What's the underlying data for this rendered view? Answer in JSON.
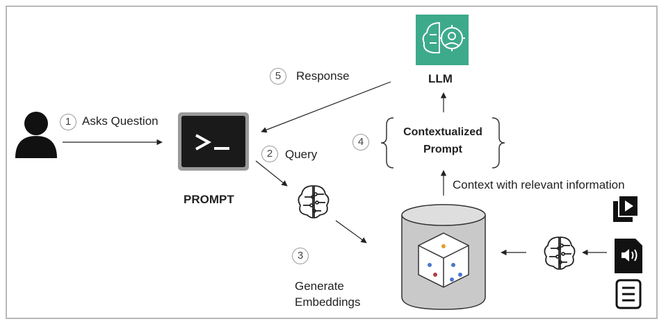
{
  "steps": [
    {
      "num": "1",
      "label": "Asks Question"
    },
    {
      "num": "2",
      "label": "Query"
    },
    {
      "num": "3",
      "label": "Generate Embeddings"
    },
    {
      "num": "4",
      "label": ""
    },
    {
      "num": "5",
      "label": "Response"
    }
  ],
  "nodes": {
    "prompt": {
      "label": "PROMPT",
      "terminal_text": ">_"
    },
    "llm": {
      "label": "LLM",
      "color": "#3daa8b"
    },
    "context_box": {
      "line1": "Contextualized",
      "line2": "Prompt"
    },
    "context_edge_label": "Context with relevant information",
    "embedding_label_line1": "Generate",
    "embedding_label_line2": "Embeddings"
  },
  "icons": [
    "user-icon",
    "terminal-icon",
    "brain-circuit-icon",
    "llm-brain-gear-icon",
    "vector-database-icon",
    "video-file-icon",
    "audio-file-icon",
    "document-file-icon"
  ],
  "colors": {
    "llm_accent": "#3daa8b",
    "terminal_bg": "#1a1a1a",
    "cylinder_fill": "#c9c9c9",
    "dot_orange": "#e0a030",
    "dot_blue": "#4a78c8",
    "dot_red": "#b04040"
  }
}
